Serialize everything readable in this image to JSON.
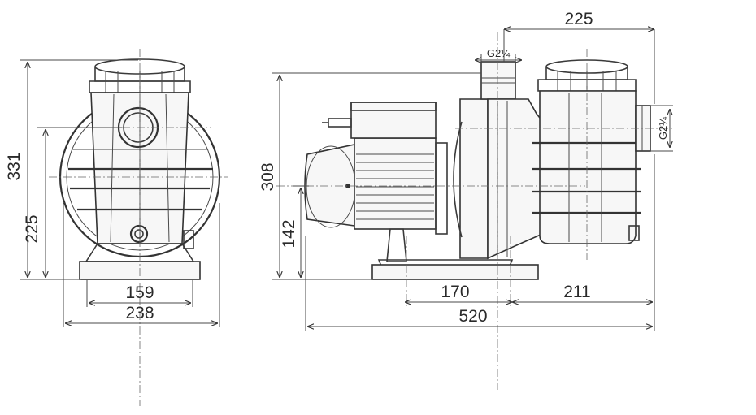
{
  "front_view": {
    "height_total": "331",
    "height_inlet_axis": "225",
    "base_width": "159",
    "overall_width": "238"
  },
  "side_view": {
    "top_fitting_offset": "225",
    "inlet_thread": "G2¼",
    "outlet_thread": "G2¼",
    "height_total": "308",
    "height_axis": "142",
    "base_span": "170",
    "strainer_span": "211",
    "overall_length": "520"
  }
}
